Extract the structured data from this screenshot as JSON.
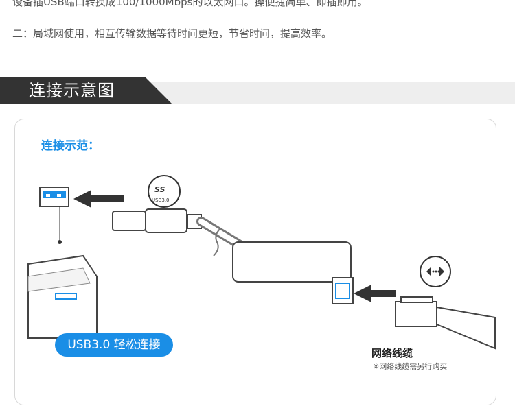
{
  "intro": {
    "line1": "设备插USB端口转换成100/1000Mbps的以太网口。操便捷简单、即插即用。",
    "line2": "二：局域网使用，相互传输数据等待时间更短，节省时间，提高效率。"
  },
  "section": {
    "title": "连接示意图",
    "bar_color": "#333333"
  },
  "panel": {
    "title": "连接示范：",
    "accent_color": "#1a8ee6",
    "usb_badge_text": "SS",
    "usb_badge_sub": "USB3.0",
    "usb_pill": "USB3.0 轻松连接",
    "cable_label": "网络线缆",
    "cable_note": "※网络线缆需另行购买"
  },
  "icons": [
    "usb-superspeed-icon",
    "network-arrows-icon",
    "arrow-icon",
    "usb-port-icon",
    "rj45-plug-icon",
    "laptop-icon"
  ]
}
